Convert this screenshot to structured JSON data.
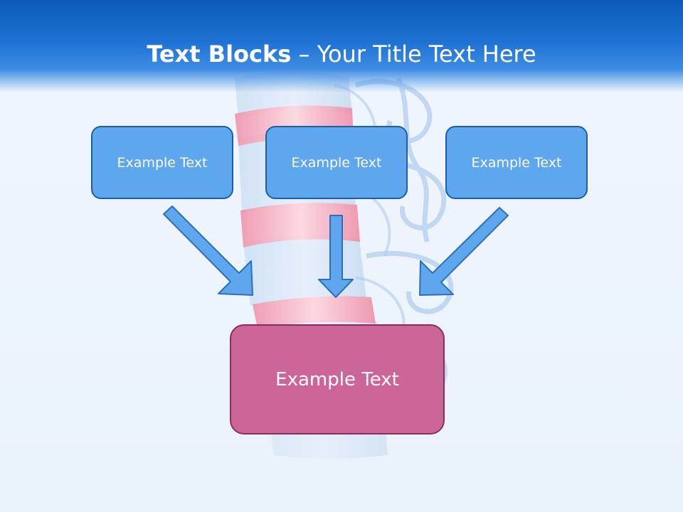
{
  "slide": {
    "title_bold": "Text Blocks",
    "title_rest": " – Your Title Text Here"
  },
  "diagram": {
    "top_boxes": [
      {
        "label": "Example Text"
      },
      {
        "label": "Example Text"
      },
      {
        "label": "Example Text"
      }
    ],
    "bottom_box": {
      "label": "Example Text"
    }
  },
  "colors": {
    "header": "#1e72d3",
    "top_box_fill": "#5ea6ee",
    "top_box_border": "#1d5ea6",
    "bottom_box_fill": "#cc6698",
    "bottom_box_border": "#8a2e5e",
    "arrow_fill": "#5ea6ee",
    "arrow_stroke": "#2f6fb8"
  }
}
